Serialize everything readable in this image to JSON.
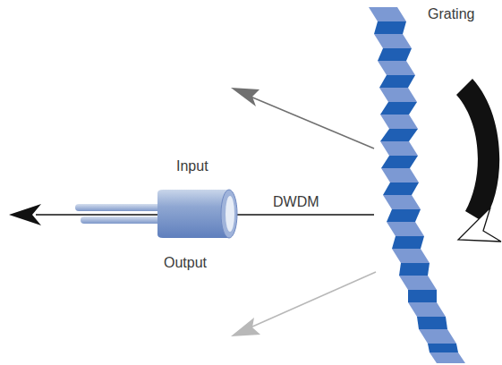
{
  "diagram": {
    "labels": [
      "Grating",
      "Input",
      "DWDM",
      "Output"
    ]
  }
}
